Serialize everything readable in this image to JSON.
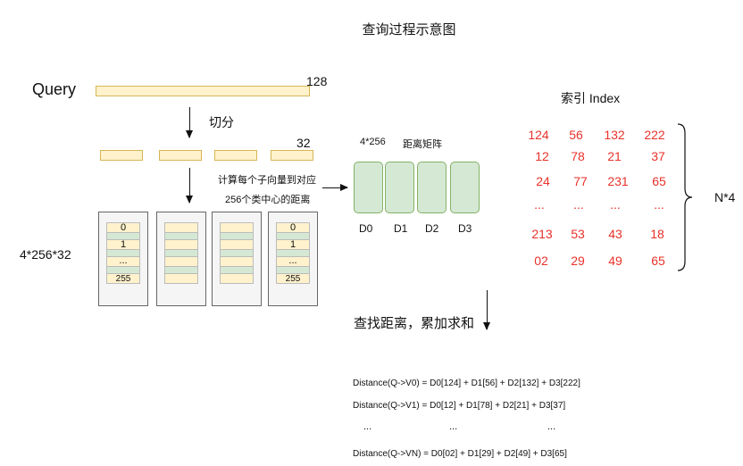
{
  "title": "查询过程示意图",
  "query": {
    "label": "Query",
    "dim": "128"
  },
  "split": {
    "label": "切分",
    "dim": "32"
  },
  "compute_text": [
    "计算每个子向量到对应",
    "256个类中心的距离"
  ],
  "codebook": {
    "shape": "4*256*32",
    "rows_full": [
      "0",
      "1",
      "...",
      "255"
    ]
  },
  "distance_matrix": {
    "shape": "4*256",
    "label": "距离矩阵",
    "columns": [
      "D0",
      "D1",
      "D2",
      "D3"
    ]
  },
  "index": {
    "title": "索引 Index",
    "rows": [
      [
        "124",
        "56",
        "132",
        "222"
      ],
      [
        "12",
        "78",
        "21",
        "37"
      ],
      [
        "24",
        "77",
        "231",
        "65"
      ],
      [
        "...",
        "...",
        "...",
        "..."
      ],
      [
        "213",
        "53",
        "43",
        "18"
      ],
      [
        "02",
        "29",
        "49",
        "65"
      ]
    ],
    "size": "N*4",
    "color": "#e8322a"
  },
  "lookup_label": "查找距离，累加求和",
  "formulas": [
    "Distance(Q->V0) = D0[124] + D1[56] + D2[132] + D3[222]",
    "Distance(Q->V1) = D0[12] + D1[78] + D2[21] + D3[37]",
    "Distance(Q->VN) = D0[02] + D1[29] + D2[49] + D3[65]"
  ],
  "ellipsis": [
    "...",
    "...",
    "..."
  ],
  "colors": {
    "yellow_fill": "#fff2cc",
    "yellow_border": "#d6b656",
    "green_fill": "#d5e8d4",
    "green_border": "#82b366"
  }
}
